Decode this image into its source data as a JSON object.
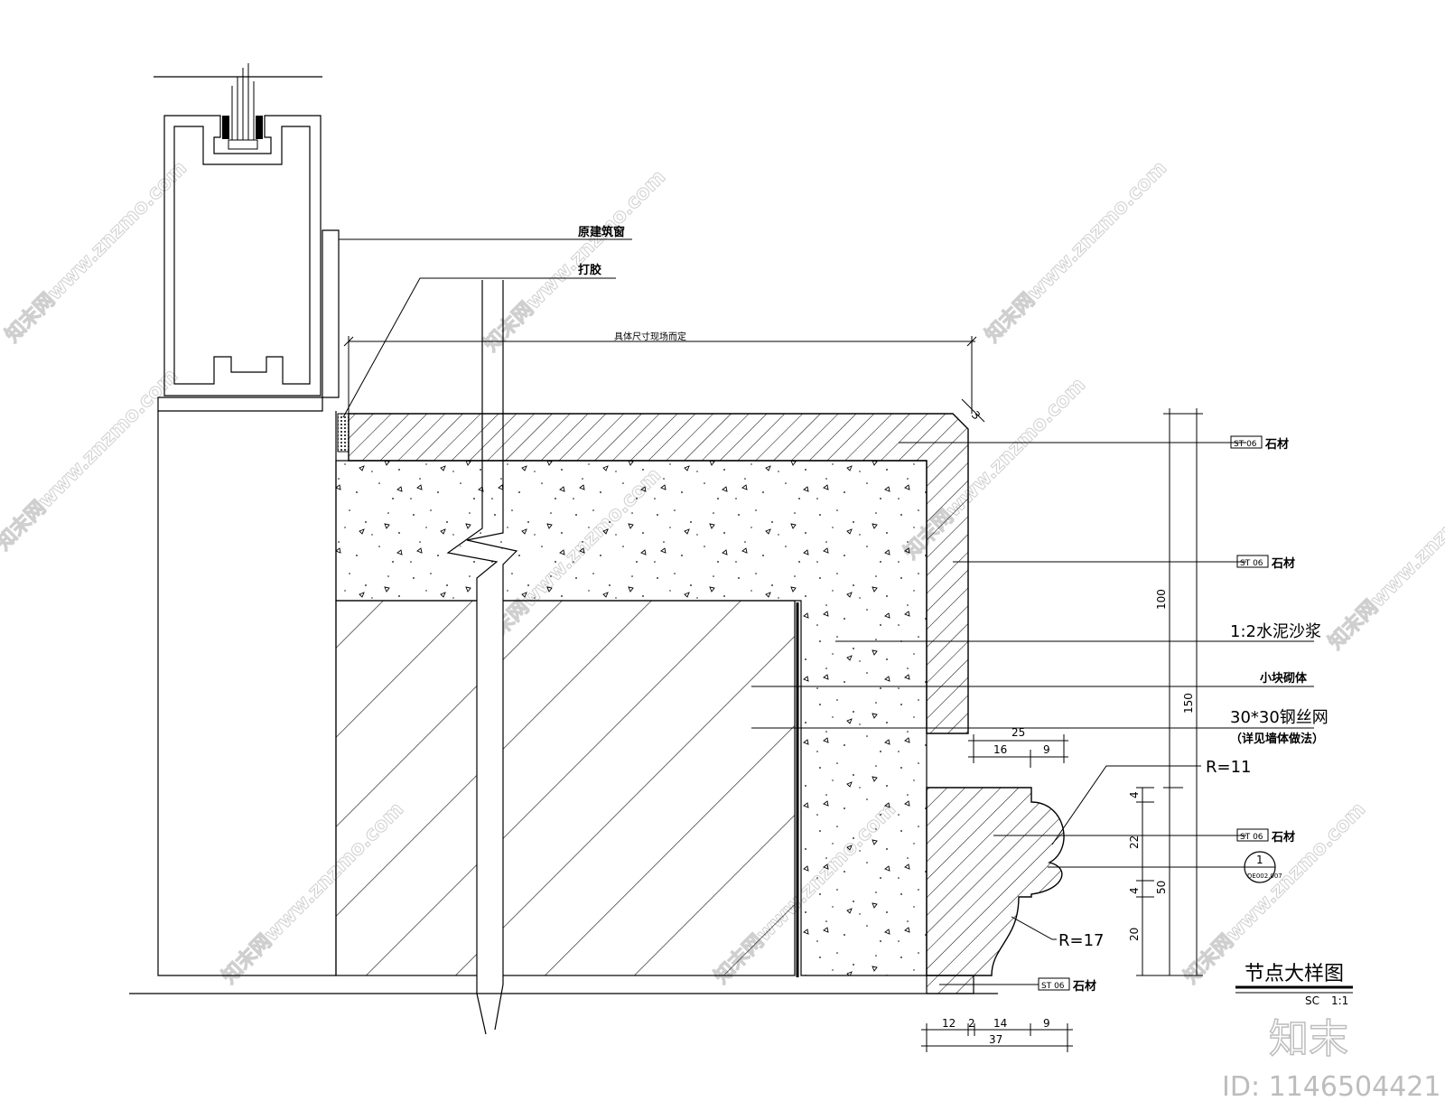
{
  "drawing": {
    "labels": {
      "original_window": "原建筑窗",
      "sealant": "打胶",
      "size_note": "具体尺寸现场而定",
      "stone_1": "石材",
      "stone_2": "石材",
      "mortar": "1:2水泥沙浆",
      "masonry": "小块砌体",
      "mesh": "30*30钢丝网",
      "mesh_note": "（详见墙体做法）",
      "stone_3": "石材",
      "stone_4": "石材",
      "tag_code": "ST 06",
      "radius_upper": "R=11",
      "radius_lower": "R=17",
      "chamfer": "3",
      "detail_ref_num": "1",
      "detail_ref_sheet": "DE002.007"
    },
    "dimensions": {
      "right_outer": "150",
      "right_upper": "100",
      "right_lower": "50",
      "right_d1": "4",
      "right_d2": "22",
      "right_d3": "4",
      "right_d4": "20",
      "top_total": "25",
      "top_a": "16",
      "top_b": "9",
      "bottom_a": "12",
      "bottom_b": "2",
      "bottom_c": "14",
      "bottom_d": "9",
      "bottom_total": "37"
    },
    "title": {
      "name": "节点大样图",
      "code": "SC",
      "scale": "1:1"
    }
  },
  "watermark": {
    "text": "知末网www.znzmo.com",
    "logo": "知末",
    "id": "ID: 1146504421"
  }
}
